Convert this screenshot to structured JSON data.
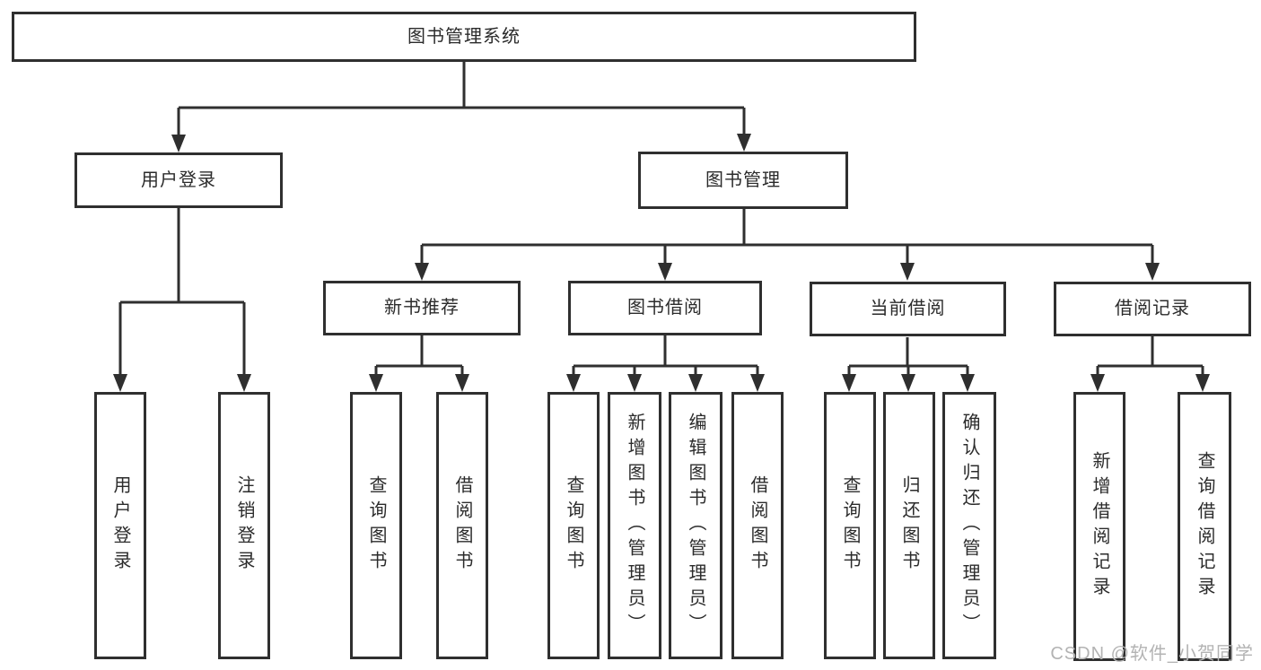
{
  "diagram": {
    "root": {
      "label": "图书管理系统"
    },
    "branches": [
      {
        "label": "用户登录",
        "children": [
          {
            "label": "用户登录"
          },
          {
            "label": "注销登录"
          }
        ]
      },
      {
        "label": "图书管理",
        "children": [
          {
            "label": "新书推荐",
            "children": [
              {
                "label": "查询图书"
              },
              {
                "label": "借阅图书"
              }
            ]
          },
          {
            "label": "图书借阅",
            "children": [
              {
                "label": "查询图书"
              },
              {
                "label": "新增图书（管理员）"
              },
              {
                "label": "编辑图书（管理员）"
              },
              {
                "label": "借阅图书"
              }
            ]
          },
          {
            "label": "当前借阅",
            "children": [
              {
                "label": "查询图书"
              },
              {
                "label": "归还图书"
              },
              {
                "label": "确认归还（管理员）"
              }
            ]
          },
          {
            "label": "借阅记录",
            "children": [
              {
                "label": "新增借阅记录"
              },
              {
                "label": "查询借阅记录"
              }
            ]
          }
        ]
      }
    ]
  },
  "watermark": {
    "text": "CSDN @软件_小贺同学"
  },
  "colors": {
    "line": "#2f2f2f",
    "text": "#2b2b2b",
    "box_background": "#ffffff",
    "watermark": "#b3b3b3",
    "page_background": "#ffffff"
  }
}
